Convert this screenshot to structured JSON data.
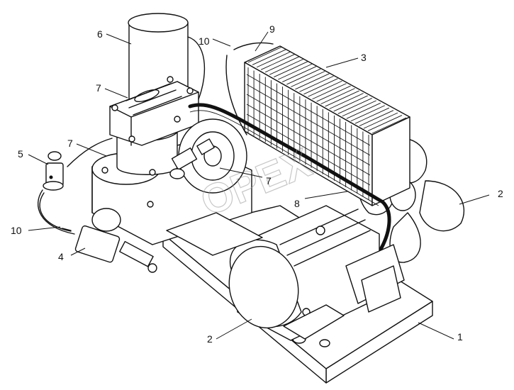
{
  "callouts": [
    {
      "id": "6",
      "text": "6"
    },
    {
      "id": "10a",
      "text": "10"
    },
    {
      "id": "9",
      "text": "9"
    },
    {
      "id": "3",
      "text": "3"
    },
    {
      "id": "7a",
      "text": "7"
    },
    {
      "id": "7b",
      "text": "7"
    },
    {
      "id": "5",
      "text": "5"
    },
    {
      "id": "7c",
      "text": "7"
    },
    {
      "id": "8",
      "text": "8"
    },
    {
      "id": "2a",
      "text": "2"
    },
    {
      "id": "10b",
      "text": "10"
    },
    {
      "id": "4",
      "text": "4"
    },
    {
      "id": "2b",
      "text": "2"
    },
    {
      "id": "1",
      "text": "1"
    }
  ],
  "watermark": "OPEX",
  "colors": {
    "line": "#111111",
    "background": "#ffffff",
    "watermark": "#999999"
  }
}
